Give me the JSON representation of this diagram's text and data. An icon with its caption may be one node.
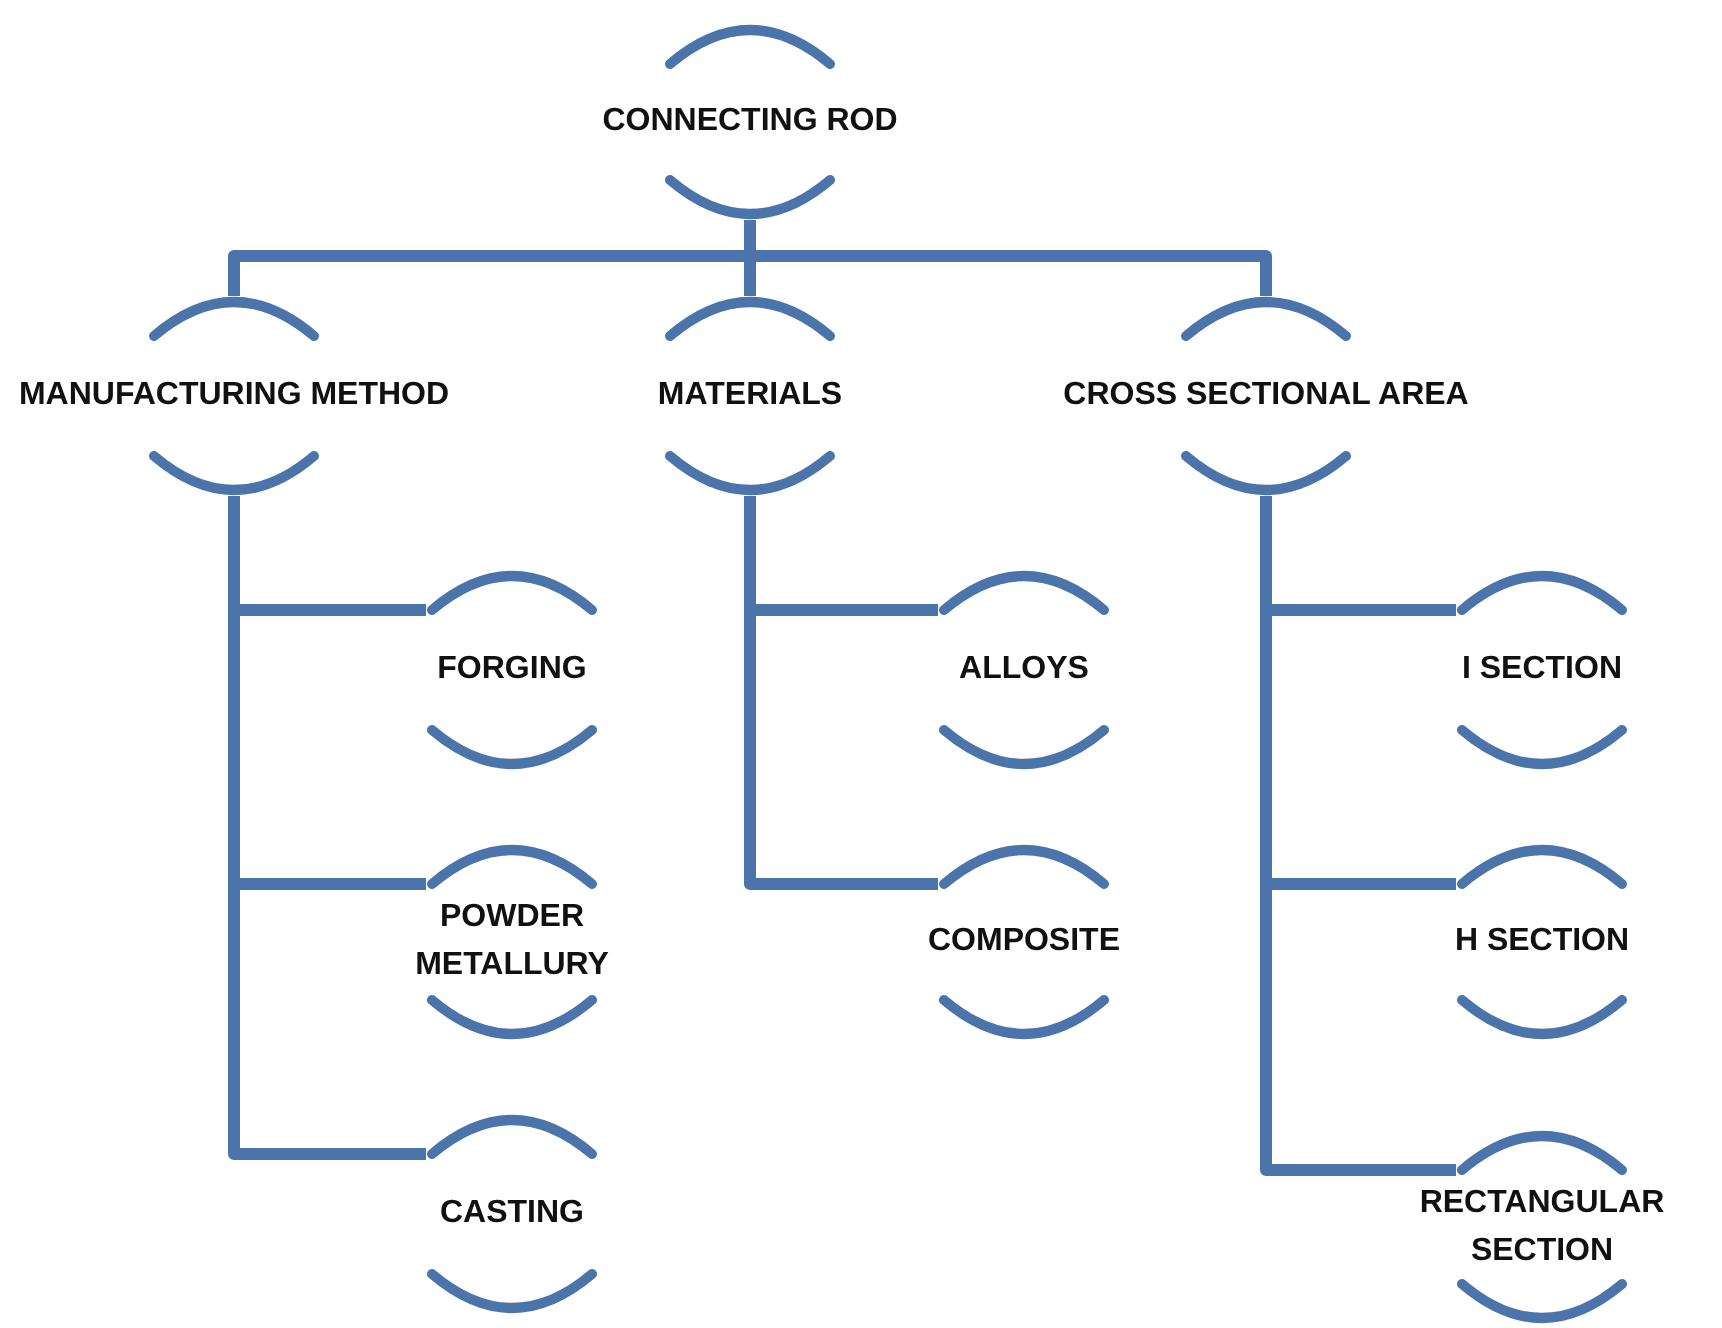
{
  "diagram": {
    "nodes": [
      {
        "text": [
          "CONNECTING ROD"
        ]
      },
      {
        "text": [
          "MANUFACTURING METHOD"
        ]
      },
      {
        "text": [
          "MATERIALS"
        ]
      },
      {
        "text": [
          "CROSS SECTIONAL AREA"
        ]
      },
      {
        "text": [
          "FORGING"
        ]
      },
      {
        "text": [
          "ALLOYS"
        ]
      },
      {
        "text": [
          "I SECTION"
        ]
      },
      {
        "text": [
          "POWDER METALLURY"
        ]
      },
      {
        "text": [
          "COMPOSITE"
        ]
      },
      {
        "text": [
          "H SECTION"
        ]
      },
      {
        "text": [
          "CASTING"
        ]
      },
      {
        "text": [
          "RECTANGULAR SECTION"
        ]
      }
    ],
    "edges": [
      {
        "from": 0,
        "to": 1,
        "arrow": "none"
      },
      {
        "from": 0,
        "to": 2,
        "arrow": "none"
      },
      {
        "from": 0,
        "to": 3,
        "arrow": "none"
      },
      {
        "from": 1,
        "to": 4,
        "arrow": "none"
      },
      {
        "from": 1,
        "to": 7,
        "arrow": "none"
      },
      {
        "from": 1,
        "to": 10,
        "arrow": "none"
      },
      {
        "from": 2,
        "to": 5,
        "arrow": "none"
      },
      {
        "from": 2,
        "to": 8,
        "arrow": "none"
      },
      {
        "from": 3,
        "to": 6,
        "arrow": "none"
      },
      {
        "from": 3,
        "to": 9,
        "arrow": "none"
      },
      {
        "from": 3,
        "to": 11,
        "arrow": "none"
      }
    ]
  }
}
